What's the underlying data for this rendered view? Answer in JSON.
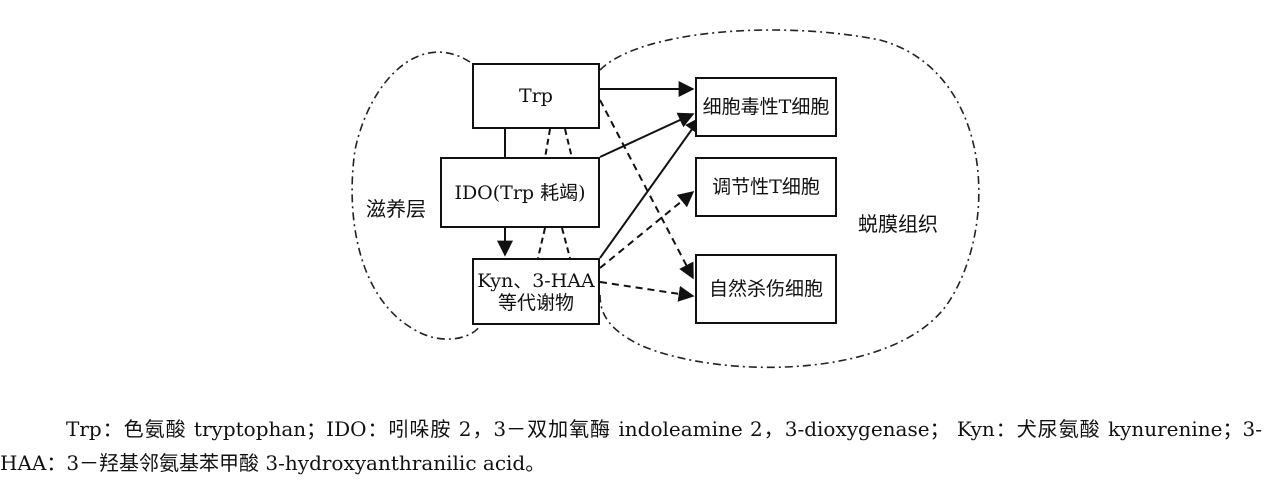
{
  "regions": {
    "left": "滋养层",
    "right": "蜕膜组织"
  },
  "nodes": {
    "trp": "Trp",
    "ido": "IDO(Trp 耗竭)",
    "kyn_line1": "Kyn、3-HAA",
    "kyn_line2": "等代谢物",
    "ctl": "细胞毒性T细胞",
    "treg": "调节性T细胞",
    "nk": "自然杀伤细胞"
  },
  "caption": "Trp：色氨酸 tryptophan；IDO：吲哚胺 2，3－双加氧酶 indoleamine 2，3-dioxygenase； Kyn：犬尿氨酸 kynurenine；3-HAA：3－羟基邻氨基苯甲酸 3-hydroxyanthranilic acid。"
}
